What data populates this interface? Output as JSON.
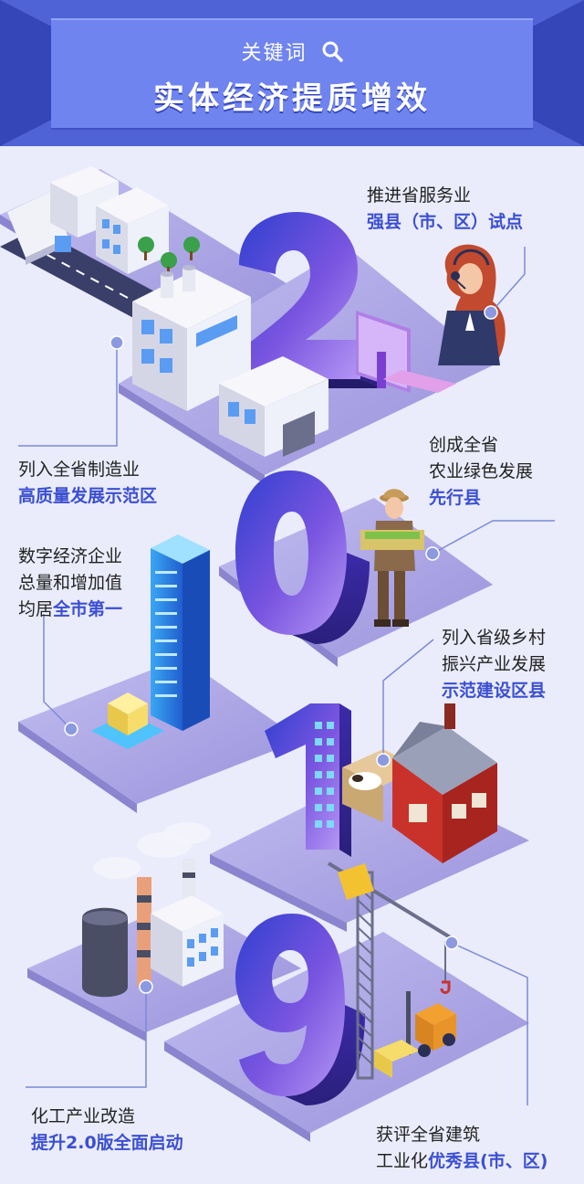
{
  "header": {
    "keyword": "关键词",
    "title": "实体经济提质增效"
  },
  "big_digits": [
    "2",
    "0",
    "1",
    "9"
  ],
  "captions": [
    {
      "id": "services",
      "lines": [
        {
          "plain": "推进省服务业",
          "highlight": ""
        },
        {
          "plain": "",
          "highlight": "强县（市、区）试点"
        }
      ]
    },
    {
      "id": "manufacturing",
      "lines": [
        {
          "plain": "列入全省制造业",
          "highlight": ""
        },
        {
          "plain": "",
          "highlight": "高质量发展示范区"
        }
      ]
    },
    {
      "id": "agriculture",
      "lines": [
        {
          "plain": "创成全省",
          "highlight": ""
        },
        {
          "plain": "农业绿色发展",
          "highlight": ""
        },
        {
          "plain": "",
          "highlight": "先行县"
        }
      ]
    },
    {
      "id": "digital",
      "lines": [
        {
          "plain": "数字经济企业",
          "highlight": ""
        },
        {
          "plain": "总量和增加值",
          "highlight": ""
        },
        {
          "plain": "均居",
          "highlight": "全市第一"
        }
      ]
    },
    {
      "id": "rural",
      "lines": [
        {
          "plain": "列入省级乡村",
          "highlight": ""
        },
        {
          "plain": "振兴产业发展",
          "highlight": ""
        },
        {
          "plain": "",
          "highlight": "示范建设区县"
        }
      ]
    },
    {
      "id": "chemical",
      "lines": [
        {
          "plain": "化工产业改造",
          "highlight": ""
        },
        {
          "plain": "",
          "highlight": "提升2.0版全面启动"
        }
      ]
    },
    {
      "id": "construction",
      "lines": [
        {
          "plain": "获评全省建筑",
          "highlight": ""
        },
        {
          "plain": "工业化",
          "highlight": "优秀县(市、区)"
        }
      ]
    }
  ],
  "colors": {
    "accent_blue": "#3b4fd1",
    "header_blue": "#4f63d6",
    "platform": "#a9a3e0",
    "digit_purple": "#6a4fd6"
  }
}
